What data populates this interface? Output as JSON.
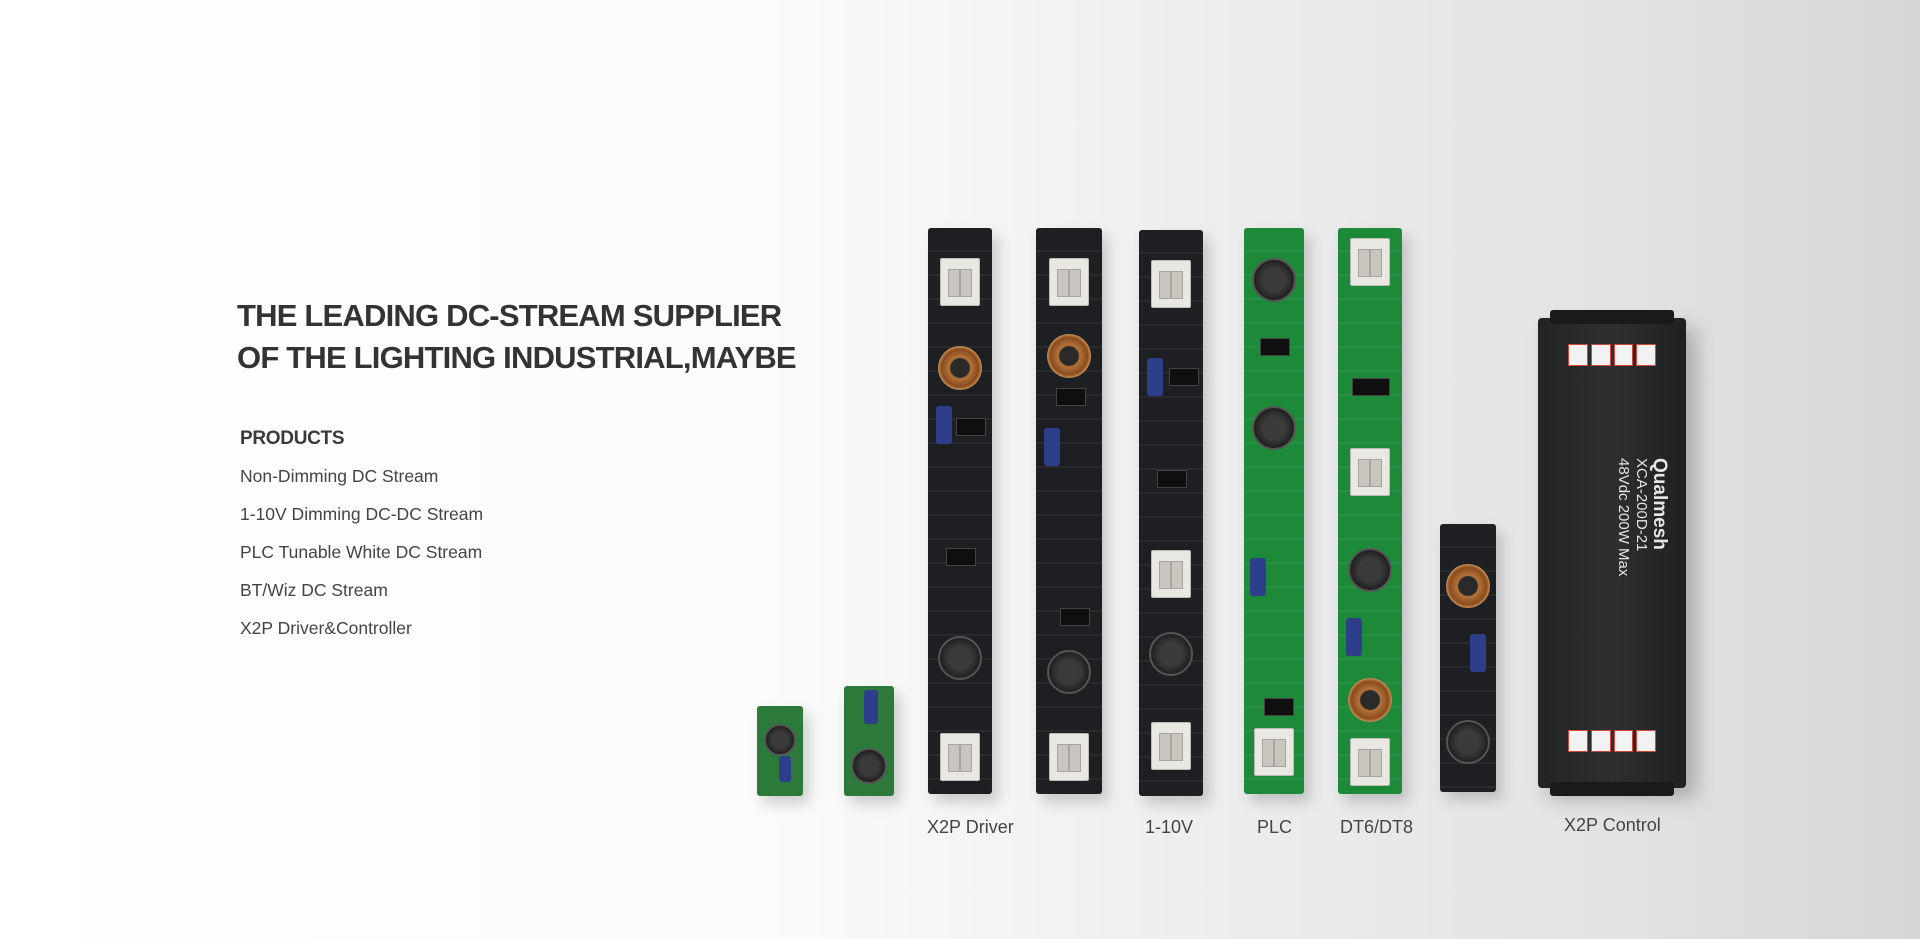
{
  "hero": {
    "title_line1": "THE LEADING DC-STREAM SUPPLIER",
    "title_line2": "OF THE LIGHTING INDUSTRIAL,MAYBE"
  },
  "products": {
    "heading": "PRODUCTS",
    "items": [
      "Non-Dimming DC Stream",
      "1-10V Dimming DC-DC Stream",
      "PLC Tunable White DC Stream",
      "BT/Wiz DC Stream",
      "X2P Driver&Controller"
    ]
  },
  "product_labels": {
    "x2p_driver": "X2P Driver",
    "dimming_1_10v": "1-10V",
    "plc": "PLC",
    "dt6_dt8": "DT6/DT8",
    "x2p_control": "X2P Control"
  },
  "controller": {
    "brand": "Qualmesh",
    "model_line": "XCA-200D-21",
    "rating_line": "48Vdc 200W Max"
  },
  "colors": {
    "board_black": "#1d1f22",
    "board_green": "#1d8a3a",
    "text_dark": "#333333"
  }
}
